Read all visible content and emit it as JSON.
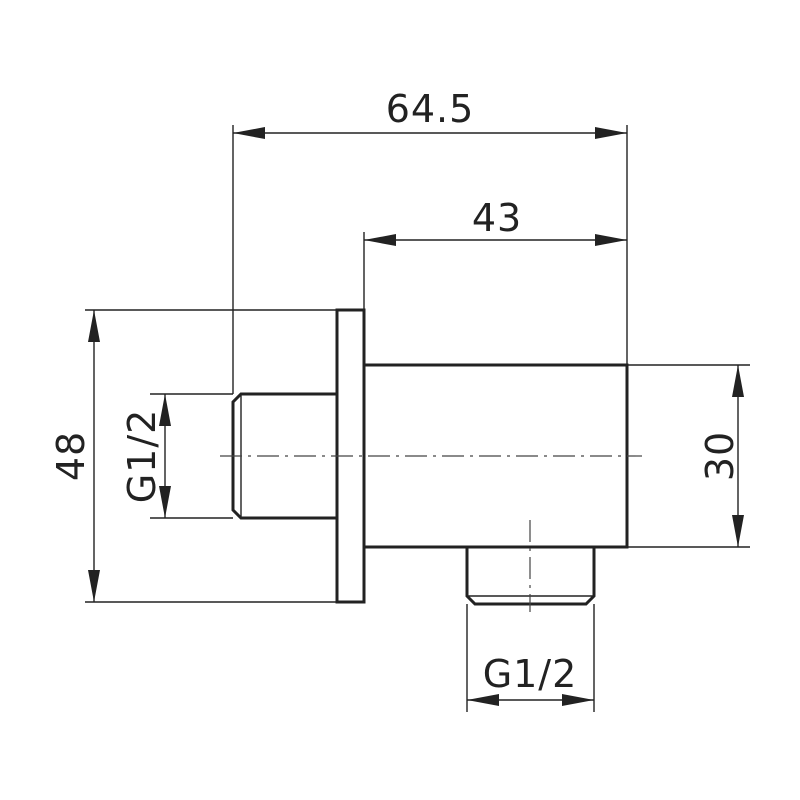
{
  "dimensions": {
    "overall_length": "64.5",
    "body_length": "43",
    "flange_height": "48",
    "body_height": "30",
    "inlet_thread": "G1/2",
    "outlet_thread": "G1/2"
  },
  "colors": {
    "line": "#222222",
    "background": "#ffffff"
  }
}
